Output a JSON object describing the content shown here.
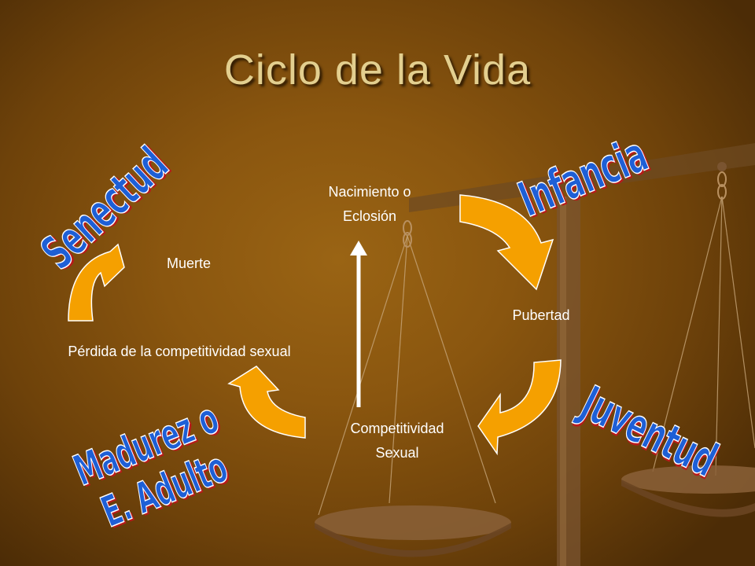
{
  "title": "Ciclo  de la Vida",
  "labels": {
    "nacimiento": "Nacimiento o Eclosión",
    "muerte": "Muerte",
    "pubertad": "Pubertad",
    "perdida": "Pérdida de la competitividad sexual",
    "competitividad": "Competitividad Sexual"
  },
  "wordart": {
    "infancia": "Infancia",
    "senectud": "Senectud",
    "juventud": "Juventud",
    "madurez_line1": "Madurez o",
    "madurez_line2": "E. Adulto"
  },
  "colors": {
    "arrow": "#f5a000",
    "arrow_outline": "#ffffff",
    "wordart_fill": "#1e5fd6",
    "wordart_shadow": "#b81a1a",
    "title": "#e3cf8f"
  }
}
